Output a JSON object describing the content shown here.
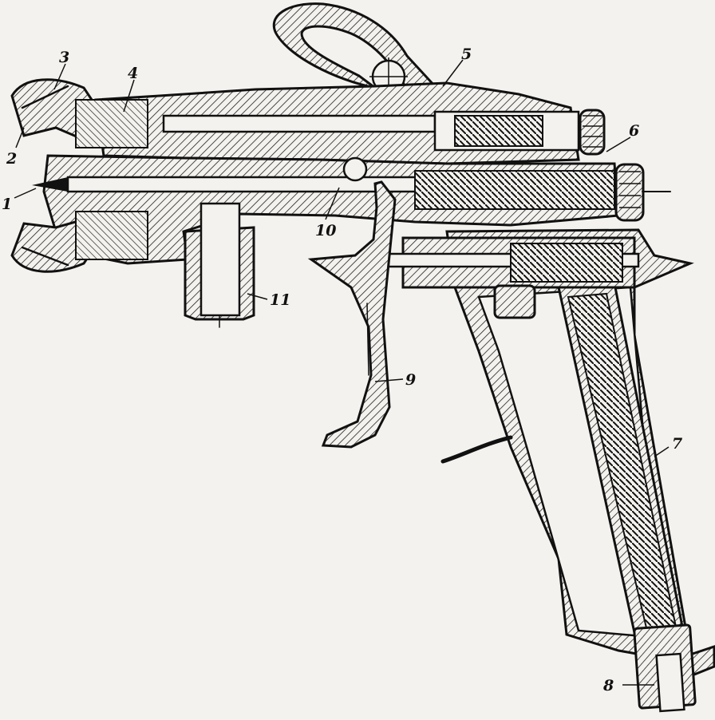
{
  "figure": {
    "labels": [
      {
        "id": "1",
        "text": "1"
      },
      {
        "id": "2",
        "text": "2"
      },
      {
        "id": "3",
        "text": "3"
      },
      {
        "id": "4",
        "text": "4"
      },
      {
        "id": "5",
        "text": "5"
      },
      {
        "id": "6",
        "text": "6"
      },
      {
        "id": "7",
        "text": "7"
      },
      {
        "id": "8",
        "text": "8"
      },
      {
        "id": "9",
        "text": "9"
      },
      {
        "id": "10",
        "text": "10"
      },
      {
        "id": "11",
        "text": "11"
      }
    ],
    "ink_color": "#111111",
    "paper_color": "#f4f2ee"
  }
}
